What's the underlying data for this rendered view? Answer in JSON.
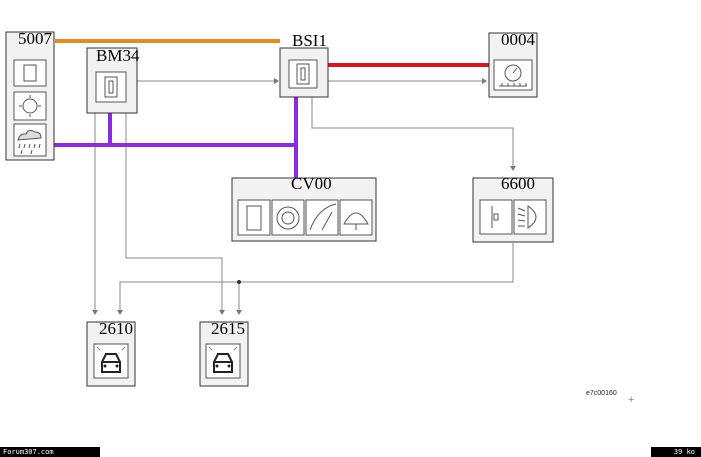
{
  "components": {
    "c5007": "5007",
    "bm34": "BM34",
    "bsi1": "BSI1",
    "c0004": "0004",
    "cv00": "CV00",
    "c6600": "6600",
    "c2610": "2610",
    "c2615": "2615"
  },
  "reference": "e7c00160",
  "footer": {
    "left": "Forum307.com",
    "right": "39 ko"
  },
  "colors": {
    "orange_bus": "#e8891e",
    "red_bus": "#e0141e",
    "purple_bus": "#8a2be2",
    "wire": "#888888",
    "box_fill": "#f2f2f2"
  }
}
